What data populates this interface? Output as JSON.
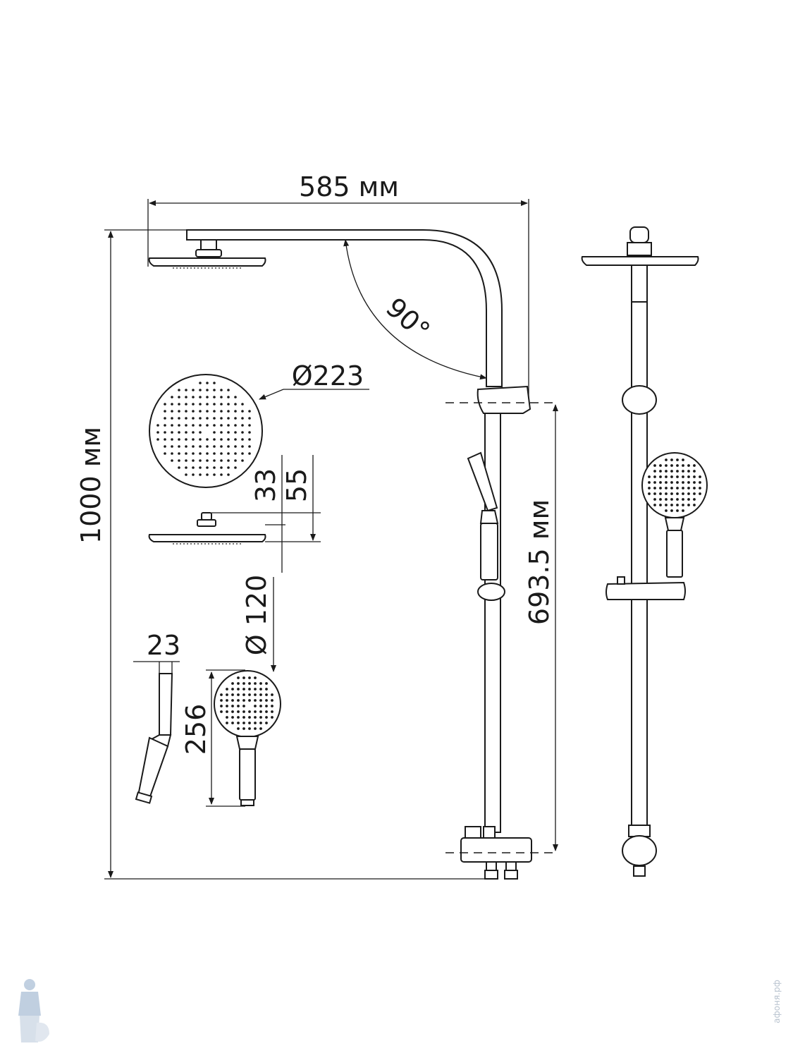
{
  "dimensions": {
    "arm_width": "585 мм",
    "total_height": "1000 мм",
    "angle": "90°",
    "overhead_diameter": "Ø223",
    "overhead_height_33": "33",
    "overhead_height_55": "55",
    "hand_diameter": "Ø 120",
    "handle_width": "23",
    "hand_length": "256",
    "holder_height": "693.5 мм"
  },
  "watermark": {
    "site_text": "афоня.рф"
  },
  "colors": {
    "line": "#1a1a1a",
    "background": "#ffffff"
  }
}
